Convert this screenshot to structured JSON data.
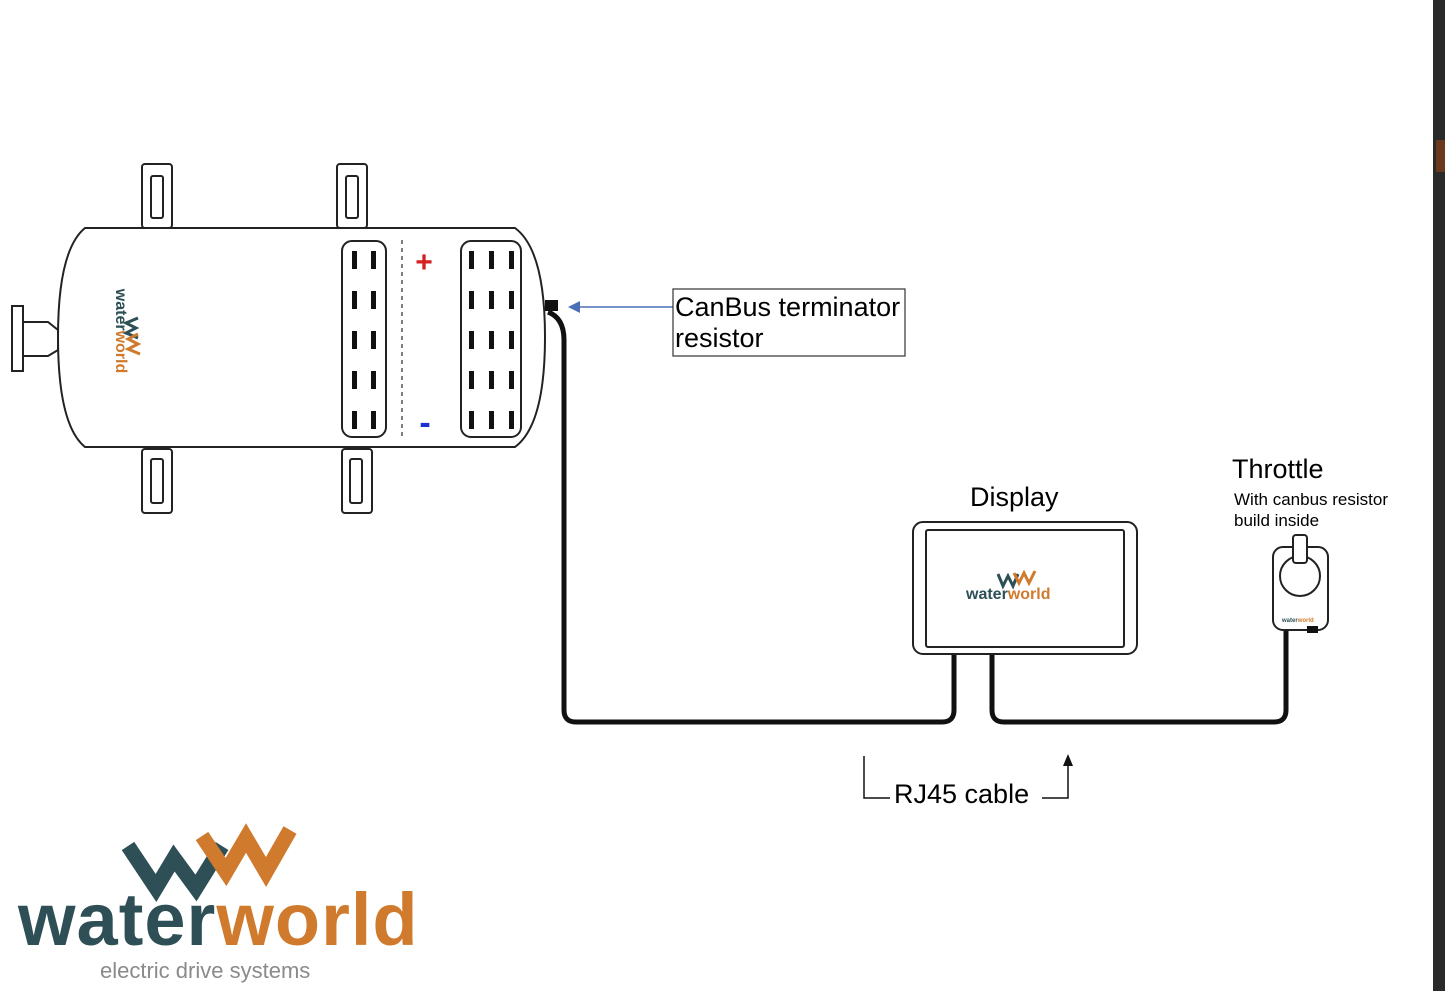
{
  "diagram": {
    "canbus_label": "CanBus terminator\nresistor",
    "display_label": "Display",
    "throttle_label": "Throttle",
    "throttle_note": "With canbus resistor\nbuild inside",
    "cable_label": "RJ45 cable",
    "polarity": {
      "plus": "+",
      "minus": "-"
    }
  },
  "brand": {
    "name_part1": "water",
    "name_part2": "world",
    "tagline": "electric drive systems"
  },
  "colors": {
    "brand_teal": "#2d4f55",
    "brand_orange": "#cf7a2c",
    "plus_red": "#d42020",
    "minus_blue": "#1a2fd0",
    "arrow_blue": "#4a6fb5"
  }
}
